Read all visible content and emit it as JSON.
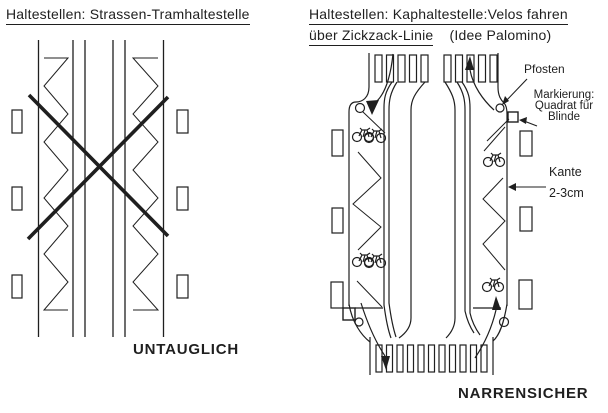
{
  "colors": {
    "ink": "#1f1f1f",
    "background": "#ffffff"
  },
  "left_panel": {
    "title": "Haltestellen: Strassen-Tramhaltestelle",
    "verdict": "UNTAUGLICH"
  },
  "right_panel": {
    "title_line1": "Haltestellen: Kaphaltestelle:Velos fahren",
    "title_line2_underlined": "über Zickzack-Linie",
    "title_line2_suffix": "(Idee Palomino)",
    "verdict": "NARRENSICHER",
    "labels": {
      "pfosten": "Pfosten",
      "markierung_line1": "Markierung:",
      "markierung_line2": "Quadrat für",
      "markierung_line3": "Blinde",
      "kante_line1": "Kante",
      "kante_line2": "2-3cm"
    }
  },
  "icons": {
    "crossout": "x-cross",
    "bicycle": "bicycle-pictogram",
    "post": "small-circle",
    "blind_marking": "small-square",
    "flow_arrow": "filled-triangle-with-curved-tail",
    "pointer_arrow": "thin-arrow"
  }
}
